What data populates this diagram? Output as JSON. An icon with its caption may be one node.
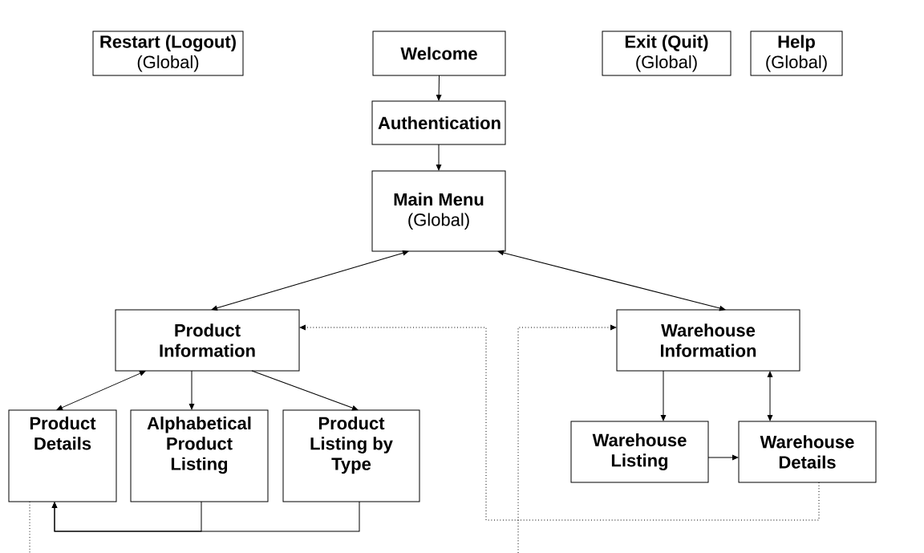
{
  "diagram": {
    "nodes": [
      {
        "text": [
          "Restart (Logout)",
          "(Global)"
        ]
      },
      {
        "text": [
          "Welcome"
        ]
      },
      {
        "text": [
          "Exit (Quit)",
          "(Global)"
        ]
      },
      {
        "text": [
          "Help",
          "(Global)"
        ]
      },
      {
        "text": [
          "Authentication"
        ]
      },
      {
        "text": [
          "Main Menu",
          "(Global)"
        ]
      },
      {
        "text": [
          "Product Information"
        ]
      },
      {
        "text": [
          "Warehouse Information"
        ]
      },
      {
        "text": [
          "Product Details"
        ]
      },
      {
        "text": [
          "Alphabetical Product Listing"
        ]
      },
      {
        "text": [
          "Product Listing by Type"
        ]
      },
      {
        "text": [
          "Warehouse Listing"
        ]
      },
      {
        "text": [
          "Warehouse Details"
        ]
      }
    ],
    "edges": [
      {
        "from": 1,
        "to": 4,
        "arrow": "to"
      },
      {
        "from": 4,
        "to": 5,
        "arrow": "to"
      },
      {
        "from": 5,
        "to": 6,
        "arrow": "both"
      },
      {
        "from": 5,
        "to": 7,
        "arrow": "both"
      },
      {
        "from": 6,
        "to": 8,
        "arrow": "both"
      },
      {
        "from": 6,
        "to": 9,
        "arrow": "to"
      },
      {
        "from": 6,
        "to": 10,
        "arrow": "to"
      },
      {
        "from": 9,
        "to": 8,
        "arrow": "to"
      },
      {
        "from": 10,
        "to": 8,
        "arrow": "to"
      },
      {
        "from": 7,
        "to": 11,
        "arrow": "to"
      },
      {
        "from": 7,
        "to": 12,
        "arrow": "both"
      },
      {
        "from": 11,
        "to": 12,
        "arrow": "to"
      },
      {
        "from": 12,
        "to": 6,
        "arrow": "to",
        "style": "dashed"
      },
      {
        "from": 8,
        "to": null,
        "arrow": "none",
        "style": "dashed"
      },
      {
        "from": null,
        "to": 7,
        "arrow": "to",
        "style": "dashed"
      }
    ]
  }
}
